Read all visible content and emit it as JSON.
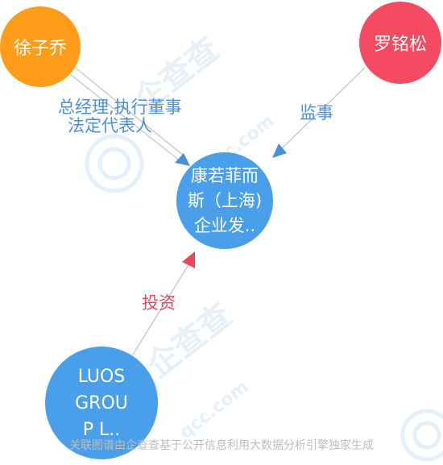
{
  "colors": {
    "company": "#4a9fea",
    "person_orange": "#ff9d1a",
    "person_red": "#f44a62",
    "edge": "#c9c9c9",
    "label_blue": "#4a90d9",
    "label_red": "#e8475d"
  },
  "nodes": {
    "xu": {
      "label": "徐子乔"
    },
    "luo": {
      "label": "罗铭松"
    },
    "center": {
      "lines": [
        "康若菲而",
        "斯（上海)",
        "企业发.."
      ]
    },
    "luos": {
      "lines": [
        "LUOS",
        "GROU",
        "P L.."
      ]
    }
  },
  "edges": {
    "xu_center": {
      "lines": [
        "总经理,执行董事",
        "法定代表人"
      ]
    },
    "luo_center": {
      "label": "监事"
    },
    "luos_center": {
      "label": "投资"
    }
  },
  "watermark": {
    "glyphs": "企查查",
    "domain": "qcc.com"
  },
  "footer": "关联图谱由企查查基于公开信息利用大数据分析引擎独家生成"
}
